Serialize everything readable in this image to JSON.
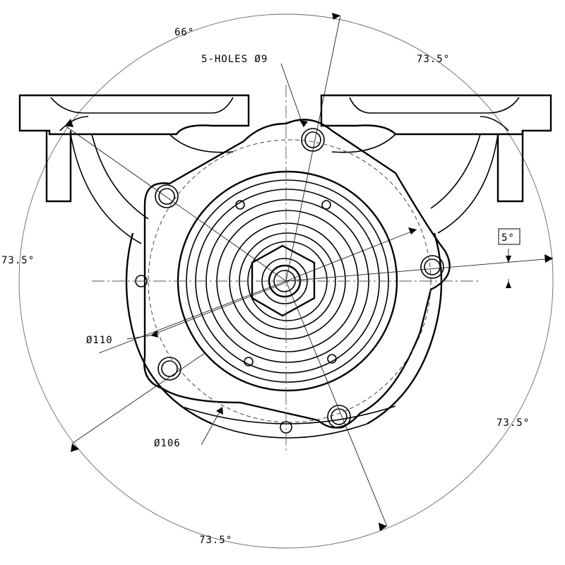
{
  "drawing": {
    "dimensions": {
      "angle_top_left": "66°",
      "angle_top_right": "73.5°",
      "angle_left": "73.5°",
      "angle_bottom_right": "73.5°",
      "angle_bottom": "73.5°",
      "angle_offset": "5°",
      "holes_callout": "5-HOLES Ø9",
      "diameter_bolt_circle": "Ø110",
      "diameter_pilot": "Ø106"
    }
  }
}
